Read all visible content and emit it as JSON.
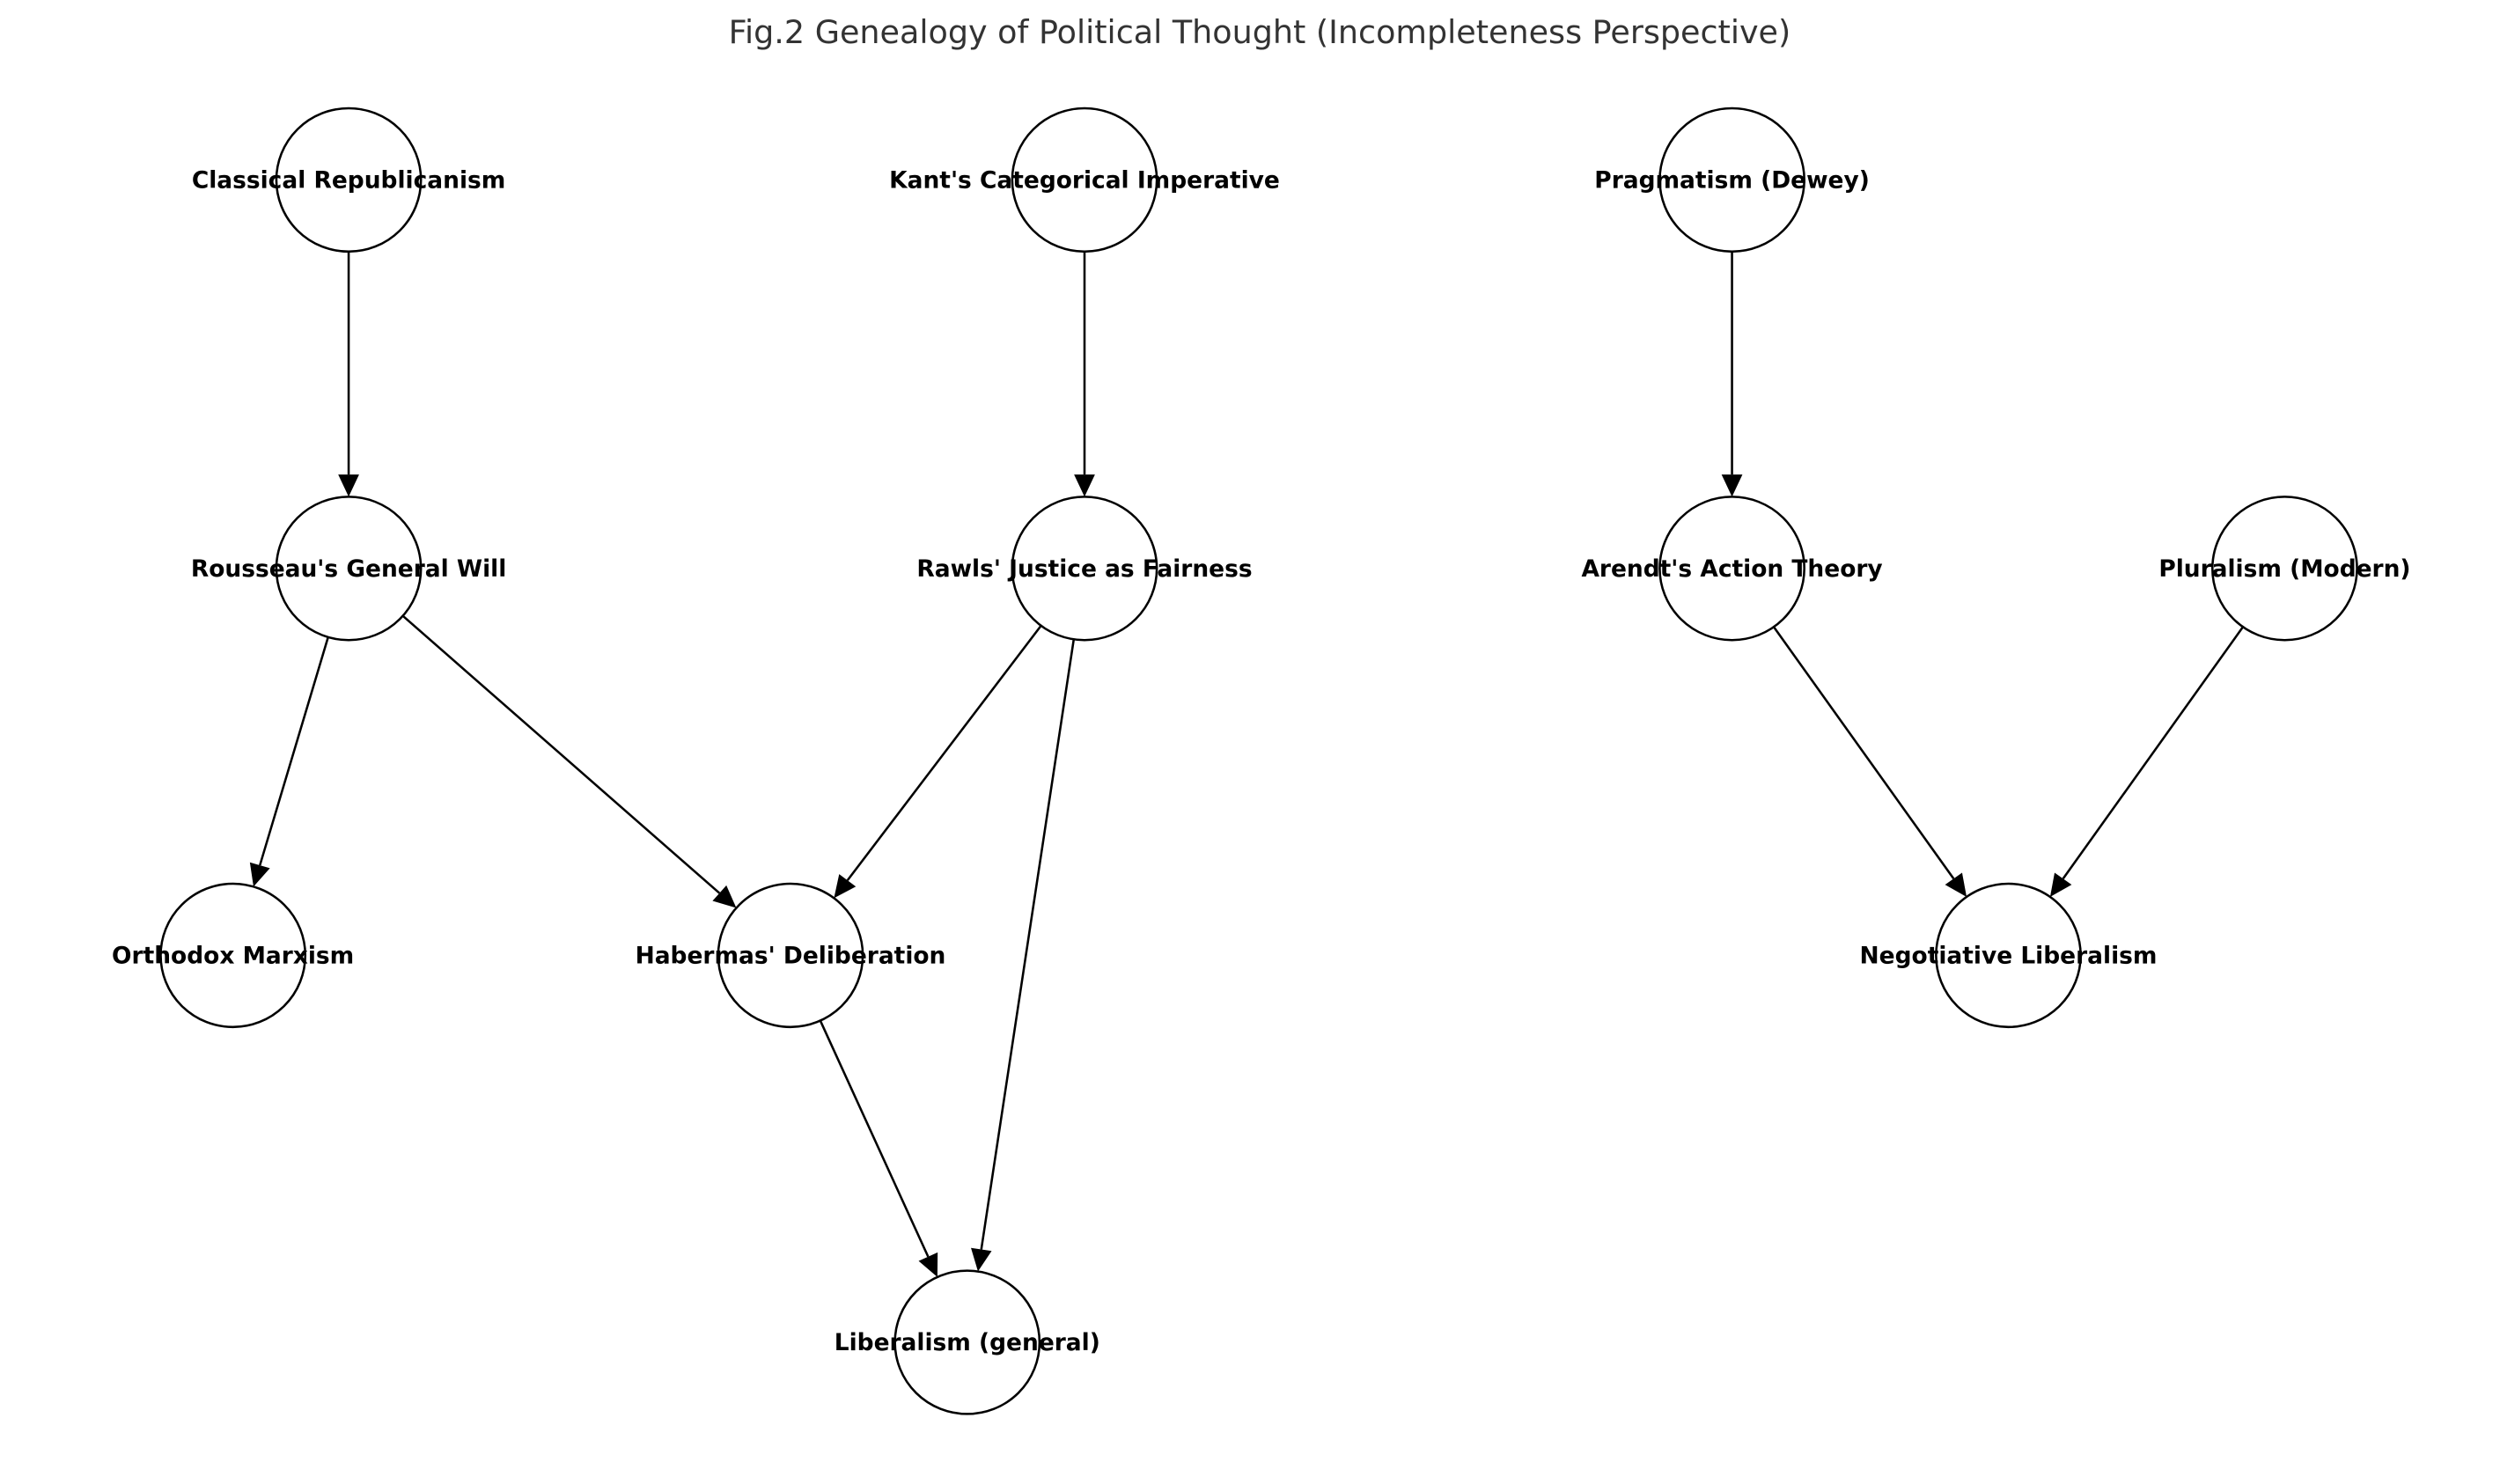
{
  "title": "Fig.2 Genealogy of Political Thought (Incompleteness Perspective)",
  "colors": {
    "node_fill": "#ffffff",
    "node_stroke": "#000000",
    "edge": "#000000",
    "title": "#333333"
  },
  "nodes": [
    {
      "id": "classical_republicanism",
      "label": "Classical Republicanism",
      "layer": 0
    },
    {
      "id": "kant",
      "label": "Kant's Categorical Imperative",
      "layer": 0
    },
    {
      "id": "pragmatism",
      "label": "Pragmatism (Dewey)",
      "layer": 0
    },
    {
      "id": "rousseau",
      "label": "Rousseau's General Will",
      "layer": 1
    },
    {
      "id": "rawls",
      "label": "Rawls' Justice as Fairness",
      "layer": 1
    },
    {
      "id": "arendt",
      "label": "Arendt's Action Theory",
      "layer": 1
    },
    {
      "id": "pluralism",
      "label": "Pluralism (Modern)",
      "layer": 1
    },
    {
      "id": "orthodox_marxism",
      "label": "Orthodox Marxism",
      "layer": 2
    },
    {
      "id": "habermas",
      "label": "Habermas' Deliberation",
      "layer": 2
    },
    {
      "id": "negotiative_liberalism",
      "label": "Negotiative Liberalism",
      "layer": 2
    },
    {
      "id": "liberalism_general",
      "label": "Liberalism (general)",
      "layer": 3
    }
  ],
  "edges": [
    {
      "from": "classical_republicanism",
      "to": "rousseau"
    },
    {
      "from": "kant",
      "to": "rawls"
    },
    {
      "from": "pragmatism",
      "to": "arendt"
    },
    {
      "from": "rousseau",
      "to": "orthodox_marxism"
    },
    {
      "from": "rousseau",
      "to": "habermas"
    },
    {
      "from": "rawls",
      "to": "habermas"
    },
    {
      "from": "rawls",
      "to": "liberalism_general"
    },
    {
      "from": "habermas",
      "to": "liberalism_general"
    },
    {
      "from": "arendt",
      "to": "negotiative_liberalism"
    },
    {
      "from": "pluralism",
      "to": "negotiative_liberalism"
    }
  ]
}
